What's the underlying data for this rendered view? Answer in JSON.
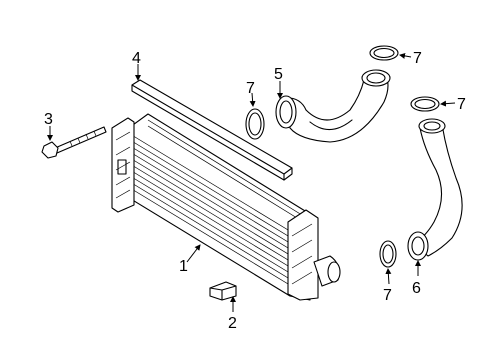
{
  "callouts": {
    "c1": "1",
    "c2": "2",
    "c3": "3",
    "c4": "4",
    "c5": "5",
    "c6": "6",
    "c7a": "7",
    "c7b": "7",
    "c7c": "7",
    "c7d": "7"
  }
}
